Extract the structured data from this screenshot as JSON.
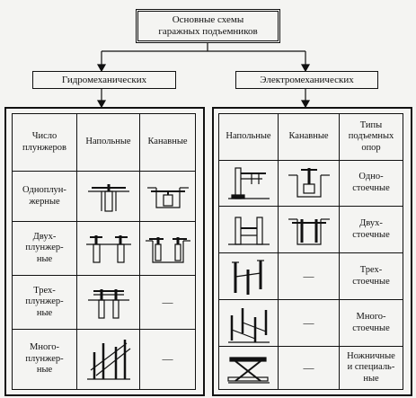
{
  "root": {
    "line1": "Основные схемы",
    "line2": "гаражных подъемников"
  },
  "hydro": {
    "title": "Гидромеханических",
    "headers": {
      "count_line1": "Число",
      "count_line2": "плунжеров",
      "floor": "Напольные",
      "pit": "Канавные"
    },
    "rows": [
      {
        "l1": "Одноплун-",
        "l2": "жерные",
        "l3": "",
        "pit": ""
      },
      {
        "l1": "Двух-",
        "l2": "плунжер-",
        "l3": "ные",
        "pit": ""
      },
      {
        "l1": "Трех-",
        "l2": "плунжер-",
        "l3": "ные",
        "pit": "—"
      },
      {
        "l1": "Много-",
        "l2": "плунжер-",
        "l3": "ные",
        "pit": "—"
      }
    ]
  },
  "electro": {
    "title": "Электромеханических",
    "headers": {
      "floor": "Напольные",
      "pit": "Канавные",
      "types_line1": "Типы",
      "types_line2": "подъемных",
      "types_line3": "опор"
    },
    "rows": [
      {
        "l1": "Одно-",
        "l2": "стоечные",
        "pit": ""
      },
      {
        "l1": "Двух-",
        "l2": "стоечные",
        "pit": ""
      },
      {
        "l1": "Трех-",
        "l2": "стоечные",
        "pit": "—"
      },
      {
        "l1": "Много-",
        "l2": "стоечные",
        "pit": "—"
      },
      {
        "l1": "Ножничные",
        "l2": "и специаль-",
        "l3": "ные",
        "pit": "—"
      }
    ]
  }
}
